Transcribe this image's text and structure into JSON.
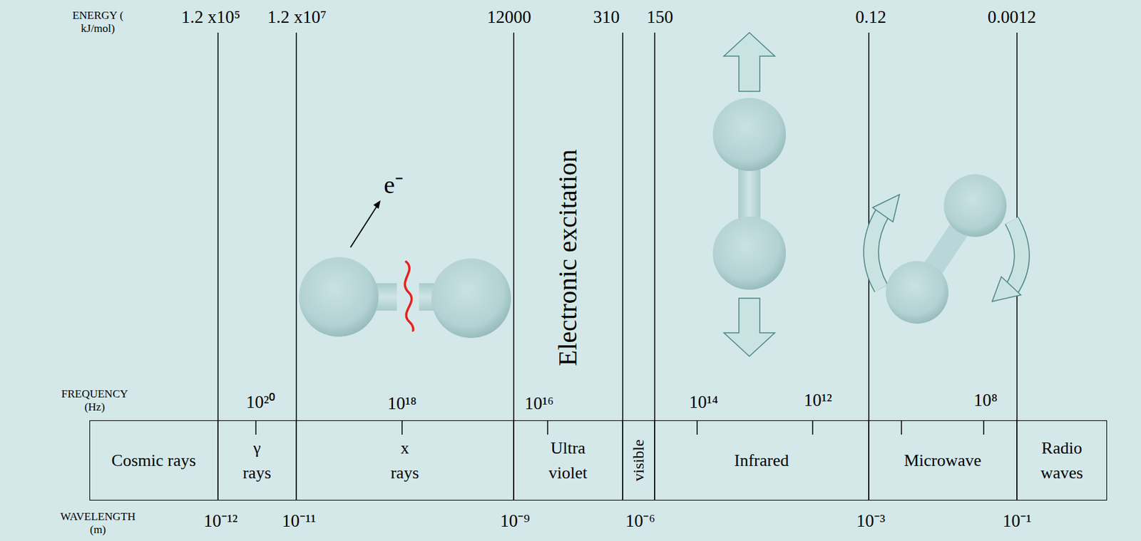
{
  "diagram": {
    "nodes": [
      {
        "text": [
          "Cosmic rays"
        ]
      },
      {
        "text": [
          "γ rays"
        ]
      },
      {
        "text": [
          "x rays"
        ]
      },
      {
        "text": [
          "Ultra violet"
        ]
      },
      {
        "text": [
          "visible"
        ]
      },
      {
        "text": [
          "Infrared"
        ]
      },
      {
        "text": [
          "Microwave"
        ]
      },
      {
        "text": [
          "Radio waves"
        ]
      }
    ],
    "labels": [
      "ENERGY ( kJ/mol)",
      "1.2 x10⁵",
      "1.2 x10⁷",
      "12000",
      "310",
      "150",
      "0.12",
      "0.0012",
      "FREQUENCY (Hz)",
      "10²⁰",
      "10¹⁸",
      "10¹⁶",
      "10¹⁴",
      "10¹²",
      "10⁸",
      "WAVELENGTH (m)",
      "10⁻¹²",
      "10⁻¹¹",
      "10⁻⁹",
      "10⁻⁶",
      "10⁻³",
      "10⁻¹",
      "e⁻",
      "Electronic excitation"
    ]
  }
}
